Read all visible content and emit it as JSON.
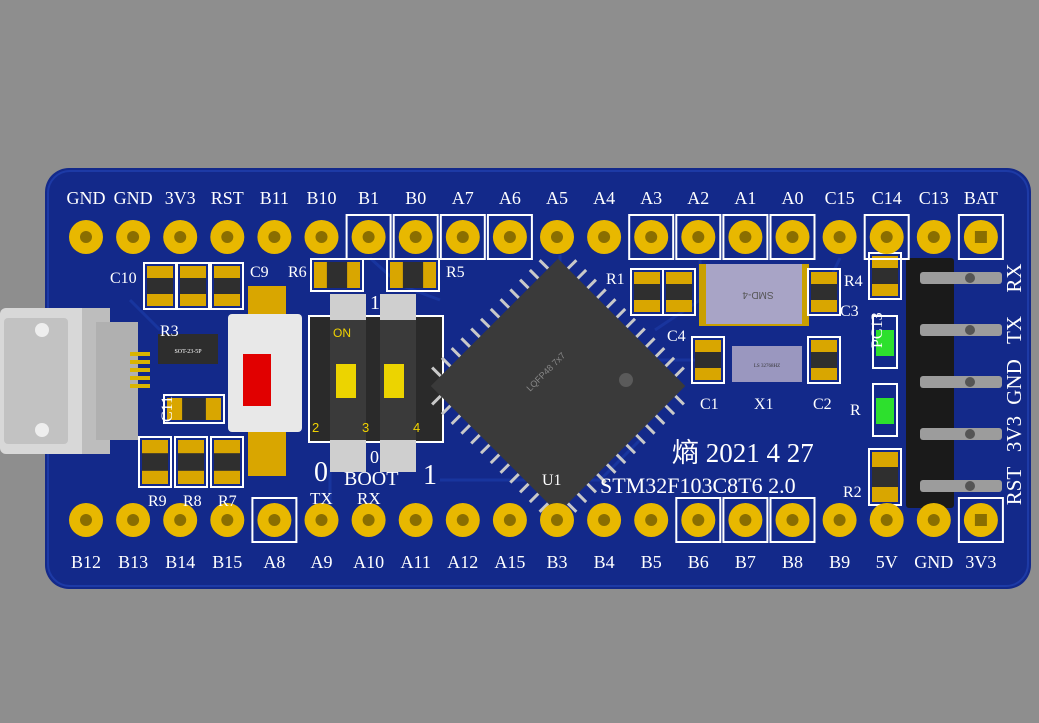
{
  "board": {
    "colors": {
      "background": "#8e8e8e",
      "pcb": "#13298a",
      "copper": "#e8b800",
      "silkscreen": "#ffffff",
      "chip": "#3a3a3a",
      "led": "#2de02d"
    },
    "top_pins": [
      "GND",
      "GND",
      "3V3",
      "RST",
      "B11",
      "B10",
      "B1",
      "B0",
      "A7",
      "A6",
      "A5",
      "A4",
      "A3",
      "A2",
      "A1",
      "A0",
      "C15",
      "C14",
      "C13",
      "BAT"
    ],
    "bottom_pins": [
      "B12",
      "B13",
      "B14",
      "B15",
      "A8",
      "A9",
      "A10",
      "A11",
      "A12",
      "A15",
      "B3",
      "B4",
      "B5",
      "B6",
      "B7",
      "B8",
      "B9",
      "5V",
      "GND",
      "3V3"
    ],
    "header_pins": [
      "RX",
      "TX",
      "GND",
      "3V3",
      "RST"
    ],
    "refs": {
      "c10": "C10",
      "c9": "C9",
      "r3": "R3",
      "r6": "R6",
      "r5": "R5",
      "r1": "R1",
      "r4": "R4",
      "c3": "C3",
      "c4": "C4",
      "c1": "C1",
      "x1": "X1",
      "c2": "C2",
      "c11": "C11",
      "r9": "R9",
      "r8": "R8",
      "r7": "R7",
      "u1": "U1",
      "r2": "R2",
      "pc13": "PC13",
      "r": "R"
    },
    "switch": {
      "on": "ON",
      "one": "1",
      "zero": "0",
      "boot": "BOOT",
      "boot0": "0",
      "boot1": "1",
      "n2": "2",
      "n3": "3",
      "n4": "4",
      "tx": "TX",
      "rx": "RX"
    },
    "chip_marking": "LQFP48 7x7",
    "crystal_big": "SMD-4",
    "crystal_small": "LS 32768HZ",
    "regulator": "SOT-23-5P",
    "title_line1": "熵 2021 4 27",
    "title_line2": "STM32F103C8T6 2.0"
  }
}
